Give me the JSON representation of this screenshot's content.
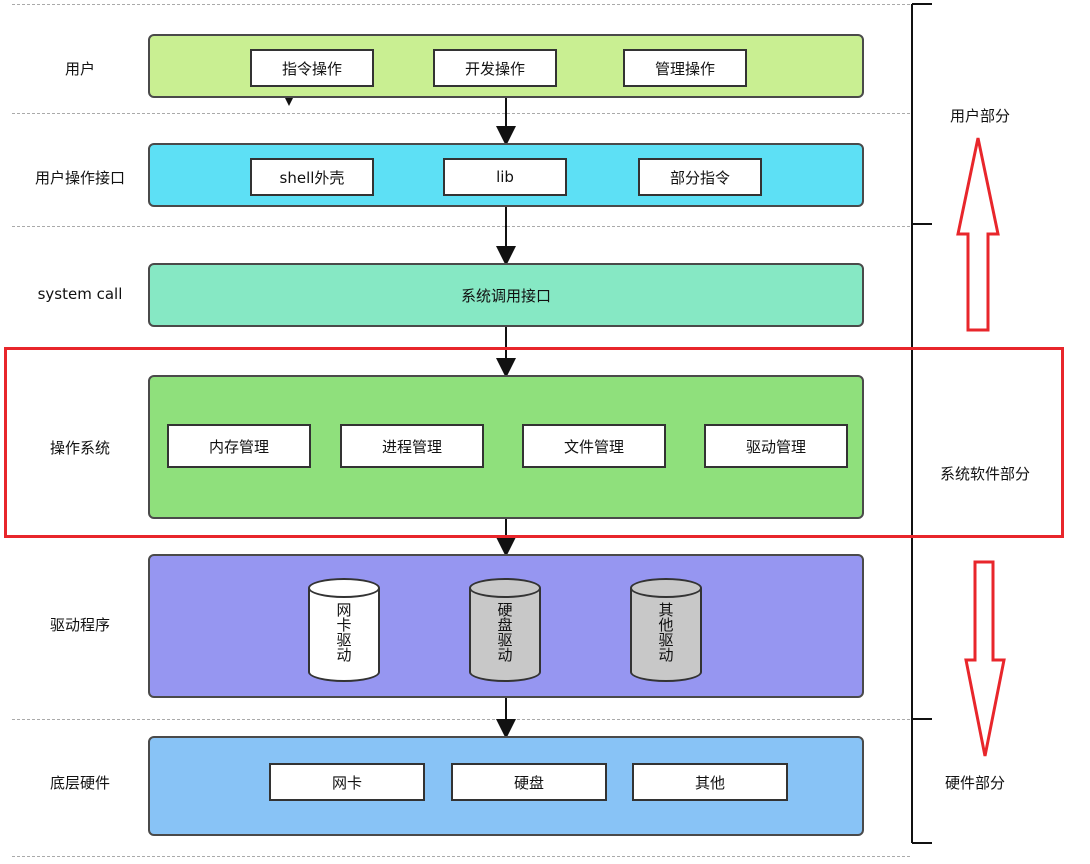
{
  "layers": {
    "user": {
      "label": "用户",
      "items": [
        "指令操作",
        "开发操作",
        "管理操作"
      ]
    },
    "user_interface": {
      "label": "用户操作接口",
      "items": [
        "shell外壳",
        "lib",
        "部分指令"
      ]
    },
    "syscall": {
      "label": "system call",
      "content": "系统调用接口"
    },
    "os": {
      "label": "操作系统",
      "items": [
        "内存管理",
        "进程管理",
        "文件管理",
        "驱动管理"
      ]
    },
    "drivers": {
      "label": "驱动程序",
      "items": [
        "网卡驱动",
        "硬盘驱动",
        "其他驱动"
      ]
    },
    "hardware": {
      "label": "底层硬件",
      "items": [
        "网卡",
        "硬盘",
        "其他"
      ]
    }
  },
  "sections": {
    "user_part": "用户部分",
    "system_software_part": "系统软件部分",
    "hardware_part": "硬件部分"
  },
  "colors": {
    "user": "#c9ef92",
    "user_interface": "#5de0f5",
    "syscall": "#86e8c4",
    "os": "#8fe07c",
    "drivers": "#9696f1",
    "hardware": "#88c3f6",
    "highlight": "#e8262b",
    "cylinder_white": "#ffffff",
    "cylinder_gray": "#c8c8c8"
  }
}
